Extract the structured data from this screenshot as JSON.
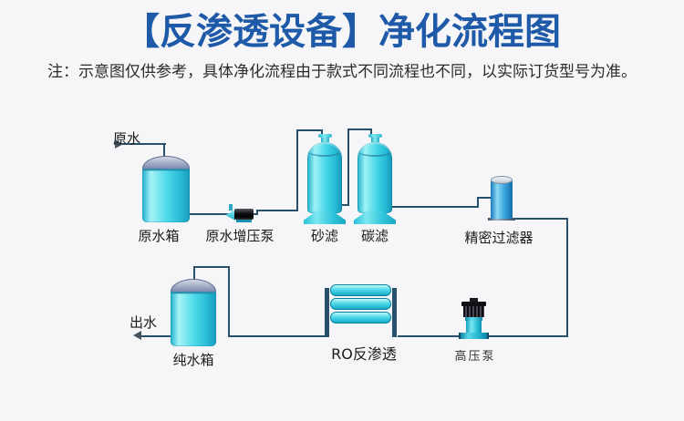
{
  "header": {
    "title": "【反渗透设备】净化流程图",
    "note": "注：示意图仅供参考，具体净化流程由于款式不同流程也不同，以实际订货型号为准。"
  },
  "diagram": {
    "labels": {
      "raw_water": "原水",
      "raw_water_tank": "原水箱",
      "booster_pump": "原水增压泵",
      "sand_filter": "砂滤",
      "carbon_filter": "碳滤",
      "precision_filter": "精密过滤器",
      "high_pressure_pump": "高压泵",
      "ro_unit": "RO反渗透",
      "pure_water_tank": "纯水箱",
      "outlet_water": "出水"
    },
    "flow_sequence": [
      "原水",
      "原水箱",
      "原水增压泵",
      "砂滤",
      "碳滤",
      "精密过滤器",
      "高压泵",
      "RO反渗透",
      "纯水箱",
      "出水"
    ],
    "colors": {
      "background": "#f6f6f8",
      "title_blue": "#1e5aa8",
      "note_text": "#2b2b2b",
      "pipe": "#26506c",
      "vessel_cyan": "#3ed2e6",
      "vessel_highlight": "#a5f2f6",
      "vessel_edge": "#189cc0",
      "tank_dome_grey": "#98a2bd",
      "precision_filter_blue": "#2f9fdc",
      "pump_black": "#17171c"
    }
  }
}
